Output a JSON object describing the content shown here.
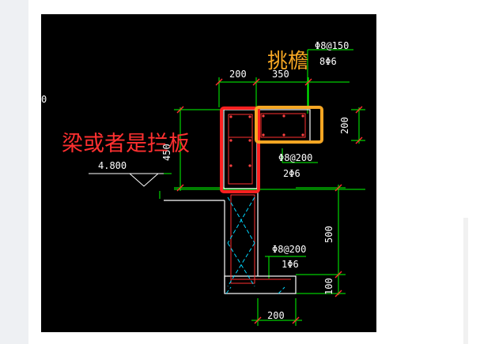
{
  "drawing": {
    "dims": {
      "top_width_left": "200",
      "top_width_right": "350",
      "eave_height": "200",
      "beam_height": "450",
      "column_height": "500",
      "footing_height": "100",
      "bottom_width": "200",
      "left_edge_mark": "0"
    },
    "elevation": "4.800",
    "rebar": {
      "eave_stirrup": "Φ8@150",
      "eave_long": "8Φ6",
      "beam_stirrup": "Φ8@200",
      "beam_long": "2Φ6",
      "column_stirrup": "Φ8@200",
      "column_long": "1Φ6"
    }
  },
  "annotations": {
    "eave_label": "挑檐",
    "beam_label": "梁或者是拦板",
    "eave_color": "#f5a623",
    "beam_color": "#ff2020"
  }
}
